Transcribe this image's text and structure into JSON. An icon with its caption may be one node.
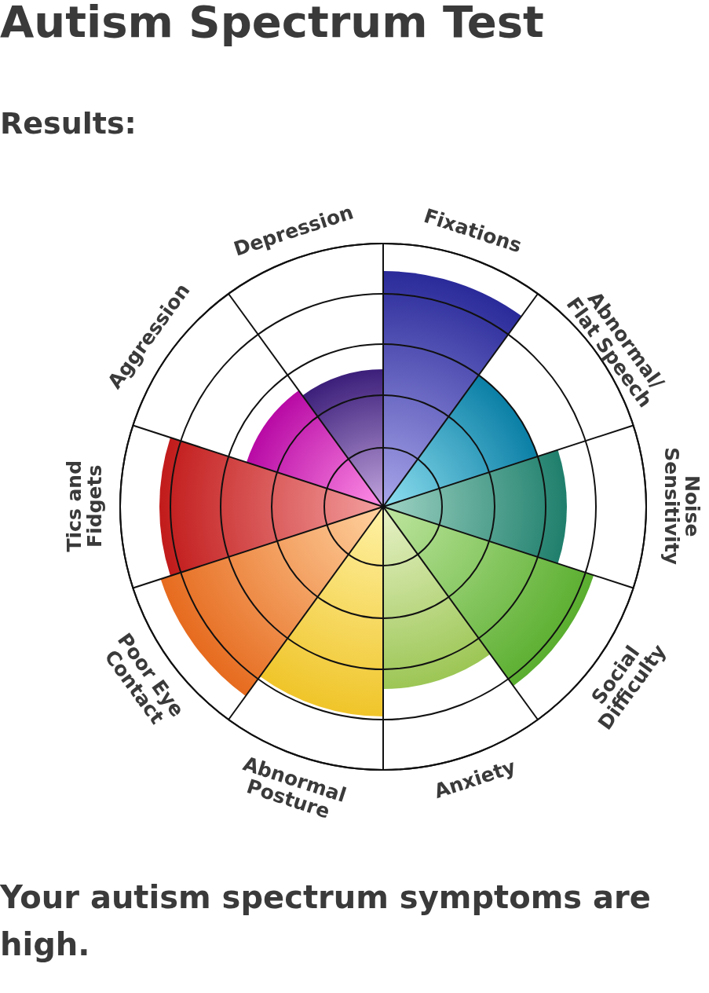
{
  "diagram": {
    "title": "Autism Spectrum Test",
    "labels": [
      "Results:",
      "Fixations",
      "Abnormal/ Flat Speech",
      "Noise Sensitivity",
      "Social Difficulty",
      "Anxiety",
      "Abnormal Posture",
      "Poor Eye Contact",
      "Tics and Fidgets",
      "Aggression",
      "Depression"
    ],
    "caption": "Your autism spectrum symptoms are high."
  }
}
